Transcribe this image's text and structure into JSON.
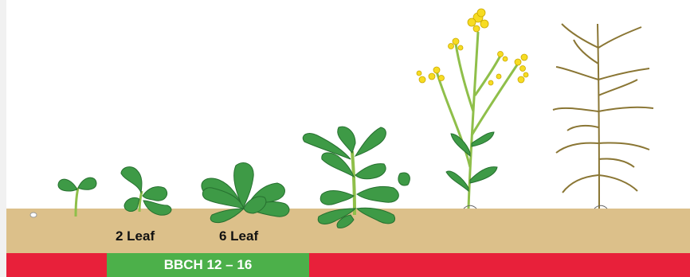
{
  "labels": {
    "two_leaf": "2 Leaf",
    "six_leaf": "6 Leaf",
    "bbch_range": "BBCH 12 – 16"
  },
  "stages": [
    "seed",
    "cotyledon",
    "2-leaf",
    "6-leaf",
    "rosette/stem elongation",
    "flowering",
    "ripening"
  ],
  "colors": {
    "soil": "#dcc08a",
    "leaf": "#3e9a46",
    "leaf_dark": "#26702f",
    "stem": "#8fbf4a",
    "flower": "#f7dc22",
    "pods": "#a8914a",
    "bar_red": "#e8203a",
    "bar_green": "#4cb04a"
  }
}
